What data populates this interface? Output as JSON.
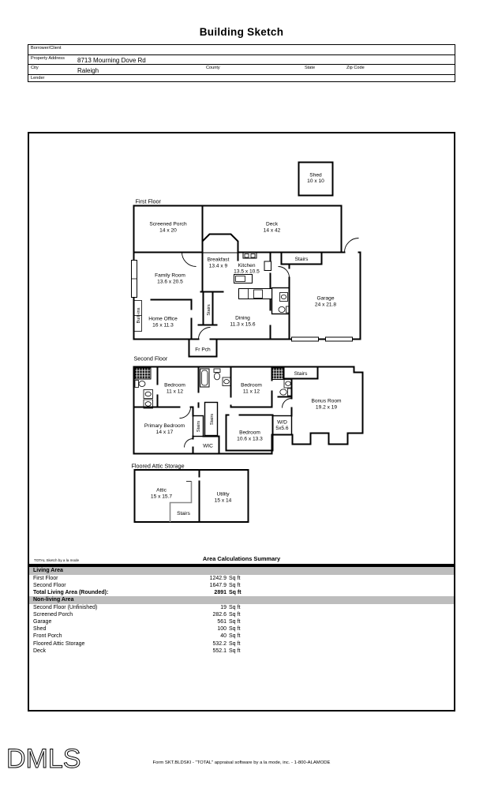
{
  "title": "Building Sketch",
  "header": {
    "borrower_label": "Borrower/Client",
    "property_label": "Property Address",
    "property_value": "8713 Mourning Dove Rd",
    "city_label": "City",
    "city_value": "Raleigh",
    "county_label": "County",
    "state_label": "State",
    "zip_label": "Zip Code",
    "lender_label": "Lender"
  },
  "sketch": {
    "shed": {
      "name": "Shed",
      "dims": "10 x 10"
    },
    "first": {
      "label": "First Floor",
      "screened_porch": {
        "name": "Screened Porch",
        "dims": "14 x 20"
      },
      "deck": {
        "name": "Deck",
        "dims": "14 x 42"
      },
      "breakfast": {
        "name": "Breakfast",
        "dims": "13.4 x 9"
      },
      "kitchen": {
        "name": "Kitchen",
        "dims": "13.5 x 10.5"
      },
      "family_room": {
        "name": "Family Room",
        "dims": "13.6 x 20.5"
      },
      "home_office": {
        "name": "Home Office",
        "dims": "16 x 11.3"
      },
      "dining": {
        "name": "Dining",
        "dims": "11.3 x 15.6"
      },
      "garage": {
        "name": "Garage",
        "dims": "24 x 21.8"
      },
      "stairs_label": "Stairs",
      "stairs_center_label": "Stairs",
      "built_ins_label": "Built-ins",
      "front_porch_label": "Fr Pch"
    },
    "second": {
      "label": "Second Floor",
      "bedroom_left": {
        "name": "Bedroom",
        "dims": "11 x 12"
      },
      "bedroom_mid": {
        "name": "Bedroom",
        "dims": "11 x 12"
      },
      "bonus_room": {
        "name": "Bonus Room",
        "dims": "19.2 x 19"
      },
      "primary_bedroom": {
        "name": "Primary Bedroom",
        "dims": "14 x 17"
      },
      "bedroom_bottom": {
        "name": "Bedroom",
        "dims": "10.6 x 13.3"
      },
      "wd": {
        "name": "W/D",
        "dims": "5x5.6"
      },
      "wic_label": "WIC",
      "stairs_label": "Stairs",
      "stairs_v1_label": "Stairs",
      "stairs_v2_label": "Stairs"
    },
    "attic": {
      "label": "Floored Attic Storage",
      "attic": {
        "name": "Attic",
        "dims": "15 x 15.7"
      },
      "utility": {
        "name": "Utility",
        "dims": "15 x 14"
      },
      "stairs_label": "Stairs"
    }
  },
  "summary": {
    "brand": "TOTAL Sketch by a la mode",
    "title": "Area Calculations Summary",
    "living_header": "Living Area",
    "living_rows": [
      {
        "label": "First Floor",
        "num": "1242.9",
        "unit": "Sq ft"
      },
      {
        "label": "Second Floor",
        "num": "1647.9",
        "unit": "Sq ft"
      }
    ],
    "total_row": {
      "label": "Total Living Area (Rounded):",
      "num": "2891",
      "unit": "Sq ft"
    },
    "nonliving_header": "Non-living Area",
    "nonliving_rows": [
      {
        "label": "Second Floor (Unfinished)",
        "num": "19",
        "unit": "Sq ft"
      },
      {
        "label": "Screened Porch",
        "num": "282.6",
        "unit": "Sq ft"
      },
      {
        "label": "Garage",
        "num": "561",
        "unit": "Sq ft"
      },
      {
        "label": "Shed",
        "num": "100",
        "unit": "Sq ft"
      },
      {
        "label": "Front Porch",
        "num": "40",
        "unit": "Sq ft"
      },
      {
        "label": "Floored Attic Storage",
        "num": "532.2",
        "unit": "Sq ft"
      },
      {
        "label": "Deck",
        "num": "552.1",
        "unit": "Sq ft"
      }
    ]
  },
  "footer": {
    "logo_text": "DMLS",
    "form_text": "Form SKT.BLDSKI - \"TOTAL\" appraisal software by a la mode, inc. - 1-800-ALAMODE"
  }
}
